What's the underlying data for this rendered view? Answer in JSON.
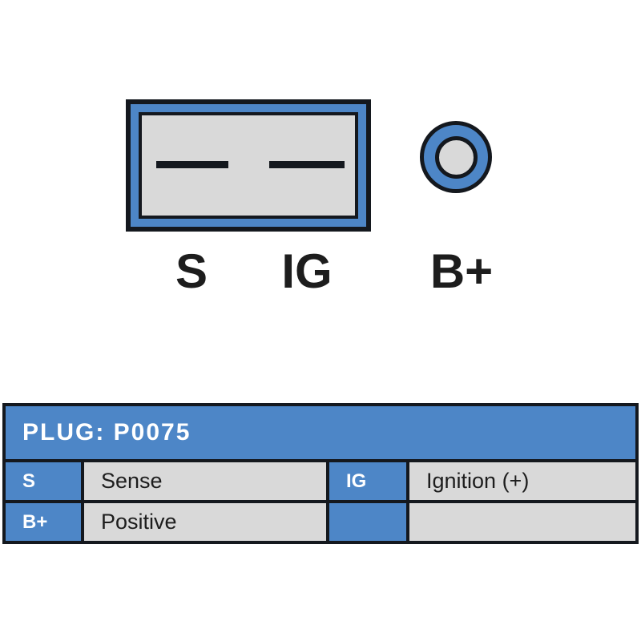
{
  "colors": {
    "accent_blue": "#4d86c7",
    "fill_gray": "#d9d9d9",
    "line_black": "#14181e"
  },
  "diagram": {
    "pin_labels": [
      "S",
      "IG",
      "B+"
    ]
  },
  "table": {
    "title": "PLUG: P0075",
    "rows": [
      [
        "S",
        "Sense",
        "IG",
        "Ignition (+)"
      ],
      [
        "B+",
        "Positive",
        "",
        ""
      ]
    ]
  }
}
